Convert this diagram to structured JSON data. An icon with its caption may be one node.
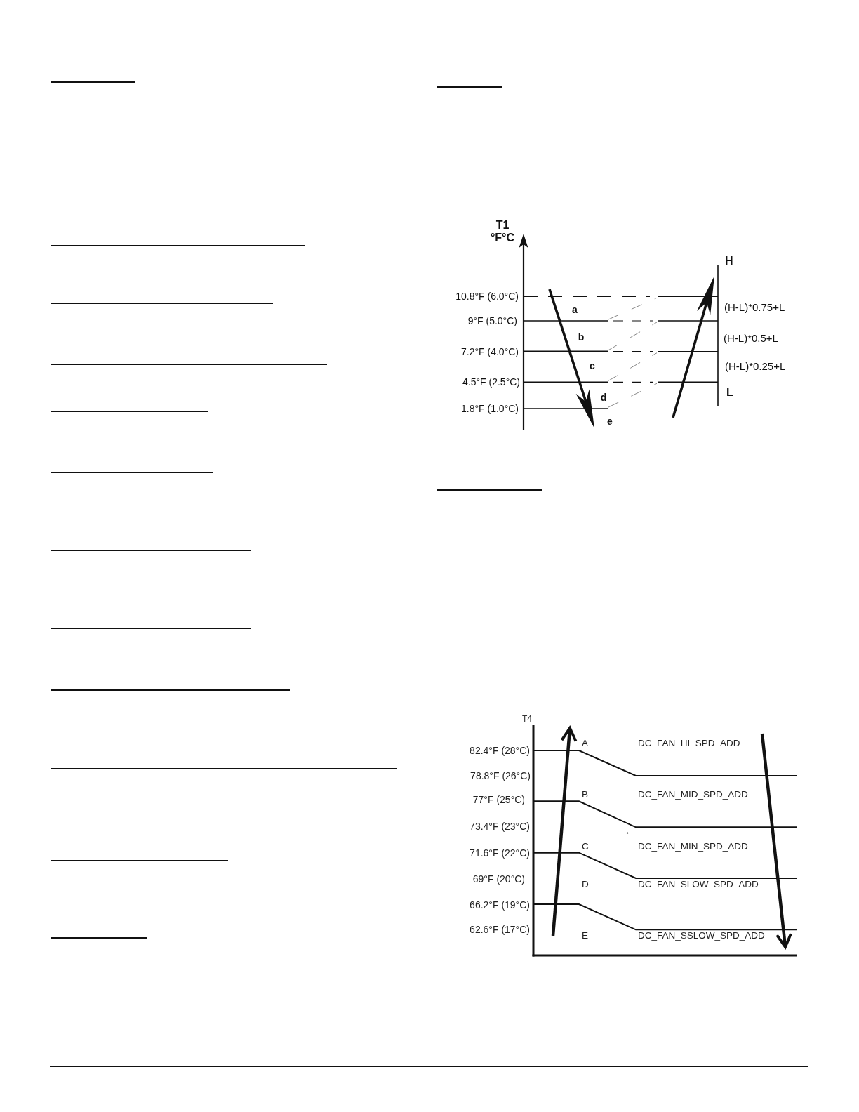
{
  "diagram": {
    "labels": [
      "T1 °F°C",
      "H",
      "10.8°F (6.0°C)",
      "a",
      "(H-L)*0.75+L",
      "9°F (5.0°C)",
      "b",
      "(H-L)*0.5+L",
      "7.2°F (4.0°C)",
      "c",
      "(H-L)*0.25+L",
      "4.5°F (2.5°C)",
      "L",
      "d",
      "1.8°F (1.0°C)",
      "e",
      "T4",
      "82.4°F (28°C)",
      "A",
      "DC_FAN_HI_SPD_ADD",
      "78.8°F (26°C)",
      "77°F (25°C)",
      "B",
      "DC_FAN_MID_SPD_ADD",
      "73.4°F (23°C)",
      "°",
      "71.6°F (22°C)",
      "C",
      "DC_FAN_MIN_SPD_ADD",
      "69°F (20°C)",
      "D",
      "DC_FAN_SLOW_SPD_ADD",
      "66.2°F (19°C)",
      "62.6°F (17°C)",
      "E",
      "DC_FAN_SSLOW_SPD_ADD"
    ]
  }
}
